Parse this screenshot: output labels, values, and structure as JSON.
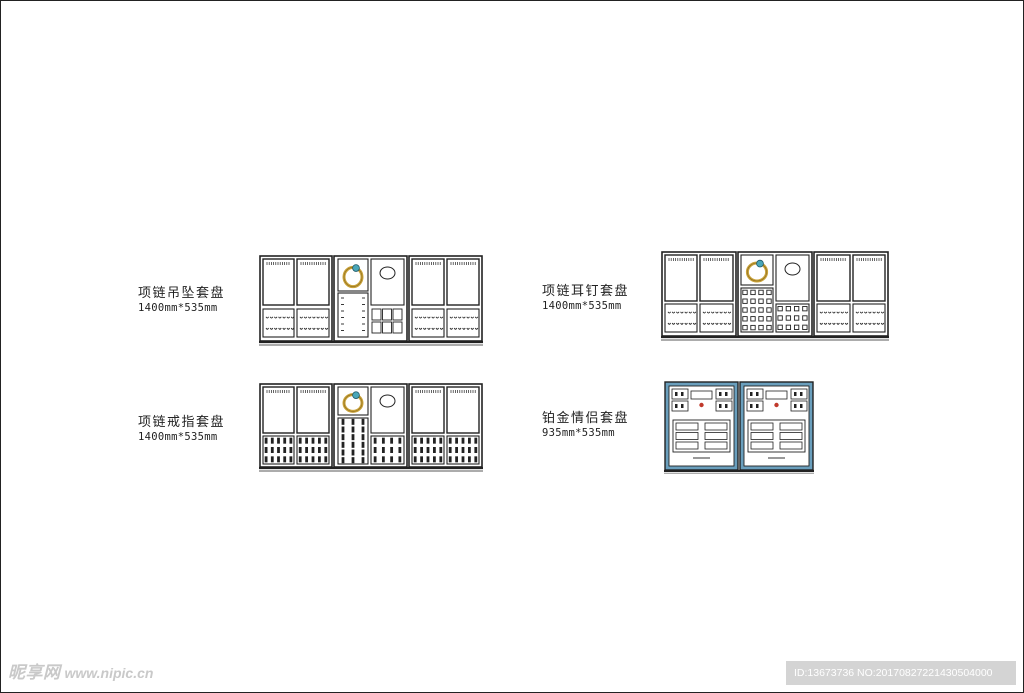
{
  "labels": {
    "necklace_pendant": {
      "name": "项链吊坠套盘",
      "size": "1400mm*535mm"
    },
    "necklace_ring": {
      "name": "项链戒指套盘",
      "size": "1400mm*535mm"
    },
    "necklace_stud": {
      "name": "项链耳钉套盘",
      "size": "1400mm*535mm"
    },
    "platinum_couple": {
      "name": "铂金情侣套盘",
      "size": "935mm*535mm"
    }
  },
  "watermark": {
    "brand": "昵享网",
    "url": "www.nipic.cn"
  },
  "image_id": "ID:13673736 NO:20170827221430504000",
  "colors": {
    "outline": "#222222",
    "accent_blue": "#6a9fbd",
    "ring_gold": "#c9a23a",
    "gem": "#4aa7b8"
  }
}
